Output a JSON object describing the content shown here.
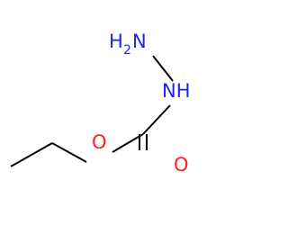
{
  "molecule": {
    "atoms": {
      "amine_n": {
        "text": "H",
        "subscript": "2",
        "suffix": "N",
        "color": "#1f1fff"
      },
      "imine_n": {
        "text": "NH",
        "color": "#1f1fff"
      },
      "ester_o": {
        "text": "O",
        "color": "#ff1f1f"
      },
      "carbonyl_o": {
        "text": "O",
        "color": "#ff1f1f"
      }
    },
    "bond_color": "#000000"
  }
}
